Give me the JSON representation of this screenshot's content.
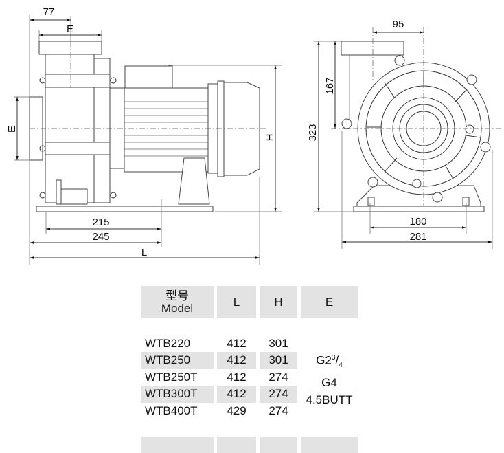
{
  "side_view": {
    "dims": {
      "inlet_offset": "77",
      "outlet_size": "E",
      "inlet_size": "E",
      "height": "H",
      "foot_inner": "215",
      "foot_outer": "245",
      "length": "L"
    }
  },
  "front_view": {
    "dims": {
      "outlet_offset": "95",
      "center_height": "167",
      "total_height": "323",
      "foot_bolt_span": "180",
      "base_width": "281"
    }
  },
  "table": {
    "headers": {
      "model_cn": "型号",
      "model": "Model",
      "l": "L",
      "h": "H",
      "e": "E"
    },
    "rows": [
      {
        "model": "WTB220",
        "l": "412",
        "h": "301"
      },
      {
        "model": "WTB250",
        "l": "412",
        "h": "301"
      },
      {
        "model": "WTB250T",
        "l": "412",
        "h": "274"
      },
      {
        "model": "WTB300T",
        "l": "412",
        "h": "274"
      },
      {
        "model": "WTB400T",
        "l": "429",
        "h": "274"
      }
    ],
    "e_values": {
      "g_base": "G2",
      "g_sup": "3",
      "g_slash": "/",
      "g_sub": "4",
      "g4": "G4",
      "butt": "4.5BUTT"
    }
  }
}
